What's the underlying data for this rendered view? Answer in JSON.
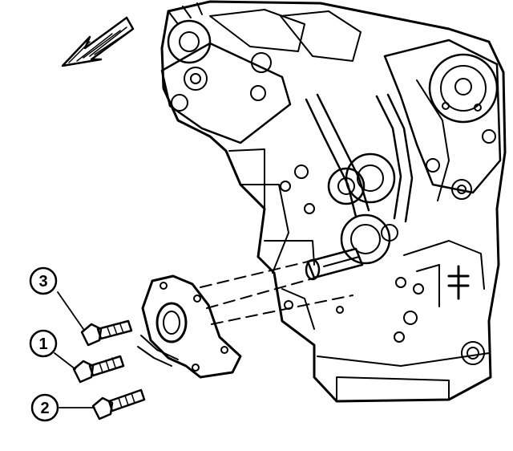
{
  "diagram": {
    "callouts": [
      {
        "label": "3"
      },
      {
        "label": "1"
      },
      {
        "label": "2"
      }
    ],
    "direction_arrow": {
      "icon": "front-direction-arrow-icon"
    },
    "colors": {
      "ink": "#000000",
      "paper": "#ffffff"
    }
  }
}
